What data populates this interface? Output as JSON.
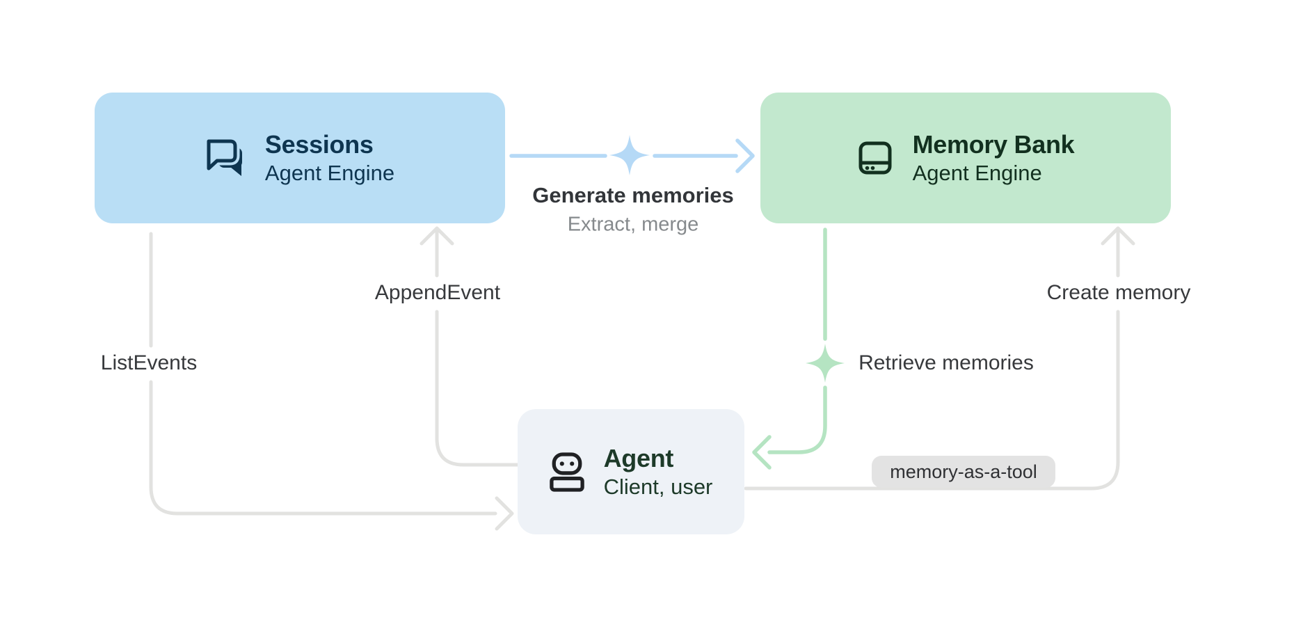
{
  "diagram": {
    "nodes": {
      "sessions": {
        "title": "Sessions",
        "subtitle": "Agent Engine",
        "icon": "chat-bubbles-icon"
      },
      "memory_bank": {
        "title": "Memory Bank",
        "subtitle": "Agent Engine",
        "icon": "memory-storage-icon"
      },
      "agent": {
        "title": "Agent",
        "subtitle": "Client, user",
        "icon": "robot-icon"
      }
    },
    "edges": {
      "generate_memories": {
        "label": "Generate memories",
        "sublabel": "Extract, merge",
        "from": "Sessions",
        "to": "Memory Bank",
        "style": "blue-sparkle"
      },
      "append_event": {
        "label": "AppendEvent",
        "from": "Agent",
        "to": "Sessions",
        "style": "gray"
      },
      "list_events": {
        "label": "ListEvents",
        "from": "Sessions",
        "to": "Agent",
        "style": "gray"
      },
      "retrieve_memories": {
        "label": "Retrieve memories",
        "from": "Memory Bank",
        "to": "Agent",
        "style": "green-sparkle"
      },
      "create_memory": {
        "label": "Create memory",
        "badge": "memory-as-a-tool",
        "from": "Agent",
        "to": "Memory Bank",
        "style": "gray"
      }
    }
  },
  "colors": {
    "canvas_bg": "#ffffff",
    "sessions_fill": "#b9def5",
    "sessions_text": "#0e3550",
    "memory_fill": "#c2e8ce",
    "memory_text": "#12301f",
    "agent_fill": "#eef2f7",
    "agent_text": "#1d3a29",
    "agent_icon": "#202124",
    "arrow_gray": "#e2e2e0",
    "arrow_blue": "#b5d9f6",
    "arrow_green": "#b5e4c2",
    "label_dark": "#37393c",
    "label_gray": "#868a8d",
    "badge_fill": "#e3e3e3",
    "badge_text": "#2f3033"
  }
}
